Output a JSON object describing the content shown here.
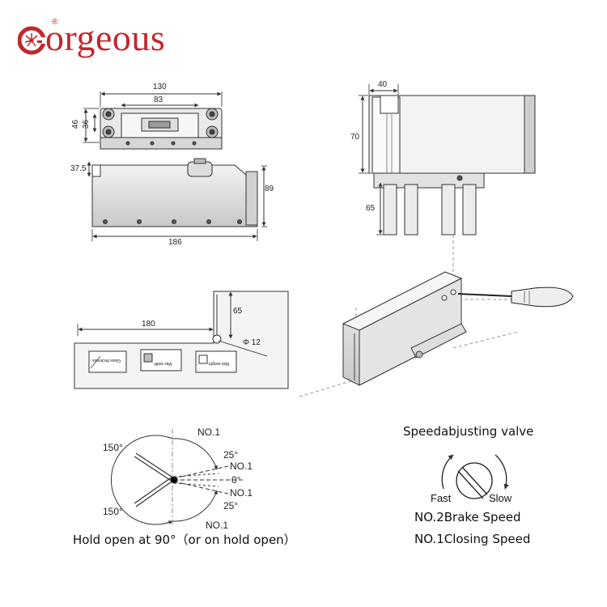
{
  "brand": {
    "name_tail": "orgeous",
    "initial": "G",
    "registered": "®",
    "color": "#c0282d"
  },
  "top_view": {
    "width_total": "130",
    "width_inner": "83",
    "height_total": "46",
    "height_inner": "36"
  },
  "side_view": {
    "offset": "37.5",
    "height": "89",
    "length": "186"
  },
  "end_view": {
    "width": "40",
    "body_height": "70",
    "pin_length": "65"
  },
  "install": {
    "distance": "180",
    "height": "65",
    "diameter": "Φ 12",
    "label_left": "Glass thickness",
    "label_mid": "Max width",
    "label_right": "Max weight"
  },
  "angle_diagram": {
    "top_no1": "NO.1",
    "top_150": "150°",
    "top_25": "25°",
    "upper_no1": "NO.1",
    "zero": "0°",
    "lower_no1": "NO.1",
    "bottom_150": "150°",
    "bottom_25": "25°",
    "bottom_no1": "NO.1",
    "caption": "Hold open at 90°（or on hold open）"
  },
  "valve": {
    "title": "Speedabjusting valve",
    "fast": "Fast",
    "slow": "Slow",
    "line1": "NO.2Brake Speed",
    "line2": "NO.1Closing Speed"
  }
}
